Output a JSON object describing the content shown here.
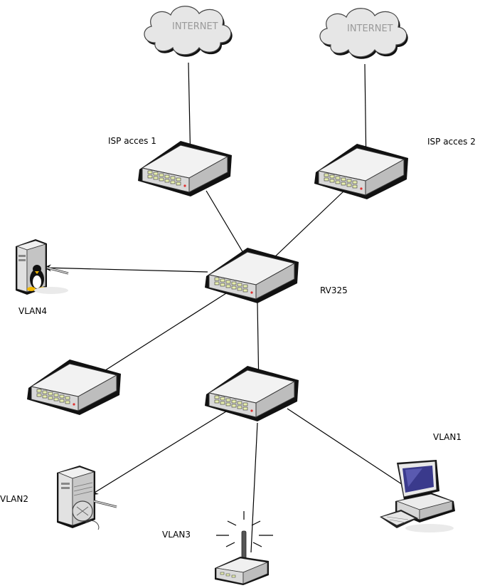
{
  "clouds": [
    {
      "id": "internet-1",
      "text": "INTERNET"
    },
    {
      "id": "internet-2",
      "text": "INTERNET"
    }
  ],
  "labels": {
    "isp1": "ISP acces 1",
    "isp2": "ISP acces 2",
    "rv325": "RV325",
    "vlan1": "VLAN1",
    "vlan2": "VLAN2",
    "vlan3": "VLAN3",
    "vlan4": "VLAN4"
  },
  "colors": {
    "switch_top": "#f2f2f2",
    "switch_side": "#cfcfcf",
    "port": "#e8efb0",
    "led": "#e03030",
    "cloud": "#e6e6e6",
    "monitor": "#3a3a8c"
  },
  "icons": [
    "internet-cloud-icon",
    "switch-icon",
    "linux-server-icon",
    "windows-server-icon",
    "wireless-access-point-icon",
    "workstation-icon"
  ]
}
